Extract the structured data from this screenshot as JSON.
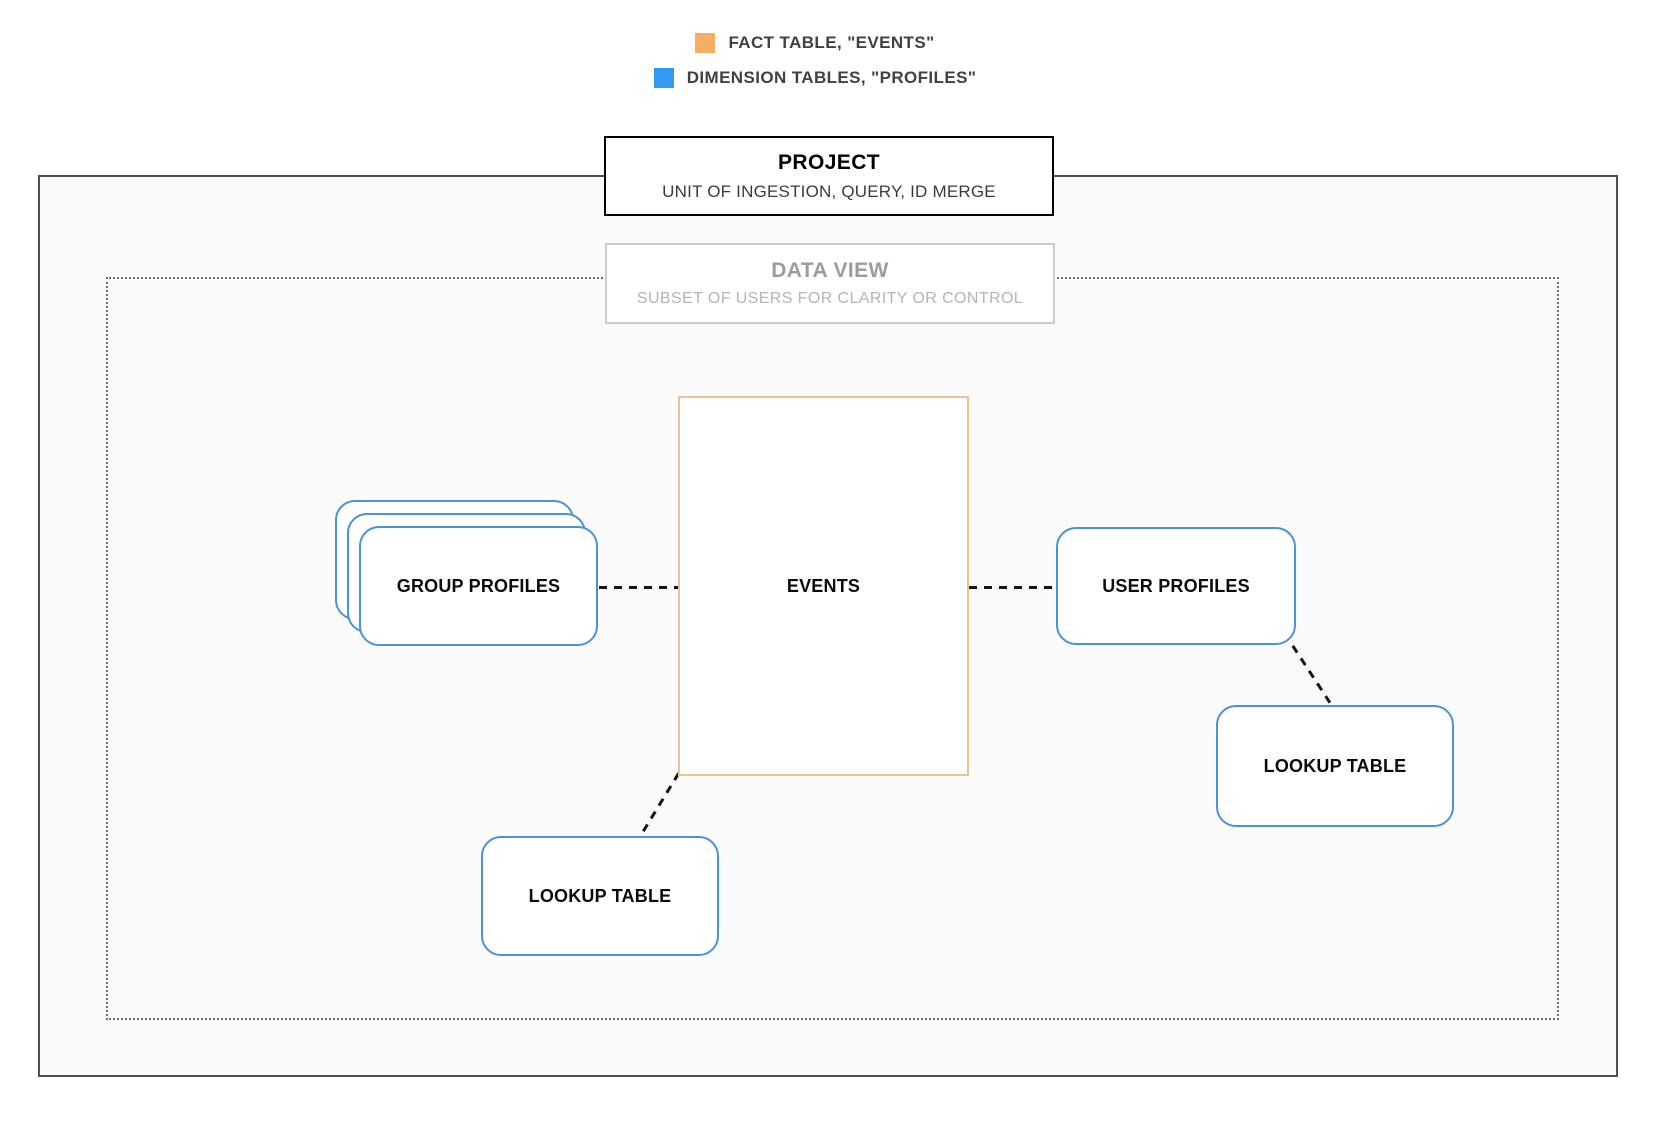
{
  "legend": {
    "items": [
      {
        "id": "fact-table",
        "label": "FACT TABLE, \"EVENTS\"",
        "swatch_color": "#F5AF63"
      },
      {
        "id": "dimension-tables",
        "label": "DIMENSION TABLES, \"PROFILES\"",
        "swatch_color": "#3399F0"
      }
    ]
  },
  "containers": {
    "project": {
      "title": "PROJECT",
      "subtitle": "UNIT OF INGESTION, QUERY, ID MERGE"
    },
    "data_view": {
      "title": "DATA VIEW",
      "subtitle": "SUBSET OF USERS FOR CLARITY OR CONTROL"
    }
  },
  "nodes": {
    "events": {
      "label": "EVENTS",
      "type": "fact-table",
      "border_color": "#E9C491"
    },
    "group_profiles": {
      "label": "GROUP PROFILES",
      "type": "dimension-table",
      "stacked_cards": 3,
      "border_color": "#4B93D4"
    },
    "user_profiles": {
      "label": "USER PROFILES",
      "type": "dimension-table",
      "border_color": "#4B93D4"
    },
    "lookup_table_bottom": {
      "label": "LOOKUP TABLE",
      "type": "dimension-table",
      "border_color": "#4B93D4"
    },
    "lookup_table_right": {
      "label": "LOOKUP TABLE",
      "type": "dimension-table",
      "border_color": "#4B93D4"
    }
  },
  "connections": [
    {
      "from": "group_profiles",
      "to": "events",
      "style": "dashed"
    },
    {
      "from": "events",
      "to": "user_profiles",
      "style": "dashed"
    },
    {
      "from": "events",
      "to": "lookup_table_bottom",
      "style": "dashed"
    },
    {
      "from": "user_profiles",
      "to": "lookup_table_right",
      "style": "dashed"
    }
  ],
  "colors": {
    "fact_swatch": "#F5AF63",
    "dimension_swatch": "#3399F0",
    "events_border": "#E9C491",
    "dimension_border": "#4B93D4",
    "project_boundary_border": "#4E4E4E",
    "project_boundary_fill": "#FAFAFA",
    "dataview_boundary_border": "#6F6F6F",
    "connector": "#151515"
  }
}
